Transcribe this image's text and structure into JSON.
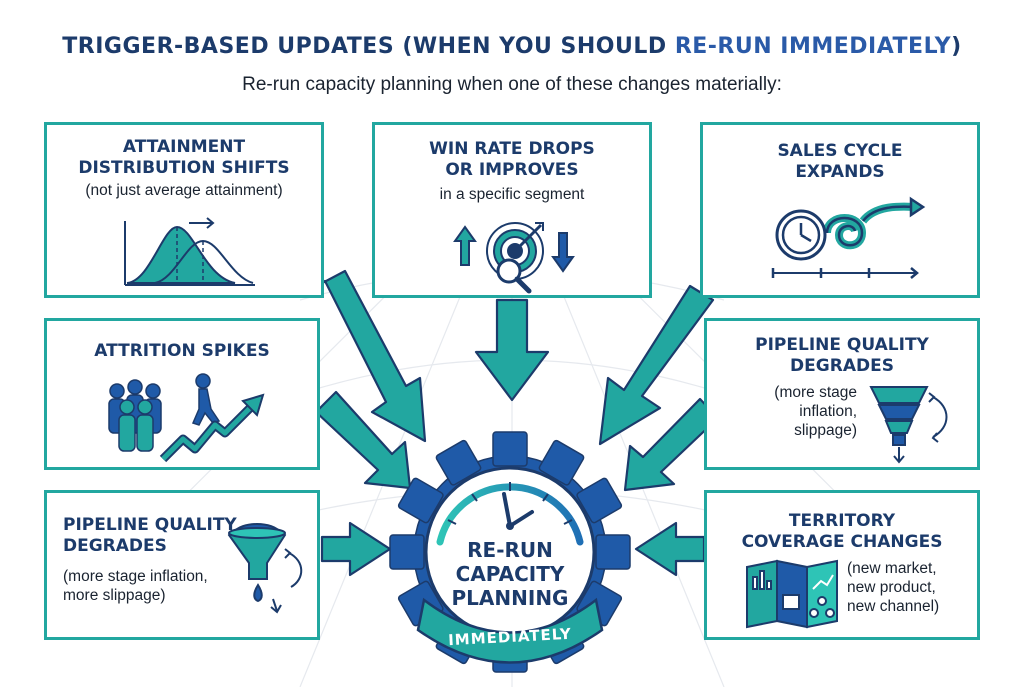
{
  "title": {
    "main": "TRIGGER-BASED UPDATES (WHEN YOU SHOULD ",
    "highlight": "RE-RUN IMMEDIATELY",
    "end": ")"
  },
  "subtitle": "Re-run capacity planning when one of these changes materially:",
  "cards": {
    "attainment": {
      "title_line1": "ATTAINMENT",
      "title_line2": "DISTRIBUTION SHIFTS",
      "sub": "(not just average attainment)"
    },
    "win_rate": {
      "title_line1": "WIN RATE DROPS",
      "title_line2": "OR IMPROVES",
      "sub": "in a specific segment"
    },
    "sales_cycle": {
      "title_line1": "SALES CYCLE",
      "title_line2": "EXPANDS"
    },
    "attrition": {
      "title": "ATTRITION SPIKES"
    },
    "pipeline_right": {
      "title_line1": "PIPELINE QUALITY",
      "title_line2": "DEGRADES",
      "sub_line1": "(more stage",
      "sub_line2": "inflation,",
      "sub_line3": "slippage)"
    },
    "pipeline_left": {
      "title_line1": "PIPELINE QUALITY",
      "title_line2": "DEGRADES",
      "sub_line1": "(more stage inflation,",
      "sub_line2": "more slippage)"
    },
    "territory": {
      "title_line1": "TERRITORY",
      "title_line2": "COVERAGE CHANGES",
      "sub_line1": "(new market,",
      "sub_line2": "new product,",
      "sub_line3": "new channel)"
    }
  },
  "center": {
    "line1": "RE-RUN",
    "line2": "CAPACITY",
    "line3": "PLANNING",
    "banner": "IMMEDIATELY"
  },
  "colors": {
    "teal": "#22a7a0",
    "navy": "#1c3b6b",
    "blue": "#2a5aa8"
  }
}
